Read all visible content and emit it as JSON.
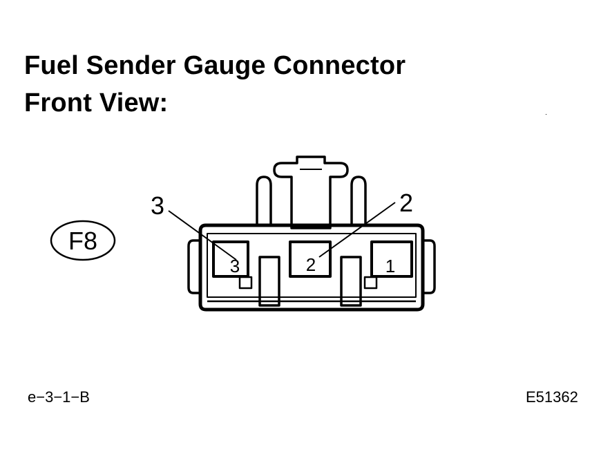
{
  "title": {
    "line1": "Fuel Sender Gauge Connector",
    "line2": "Front View:"
  },
  "connector_id": "F8",
  "callouts": {
    "left": "3",
    "right": "2"
  },
  "terminals": [
    "3",
    "2",
    "1"
  ],
  "footer": {
    "left_code": "e−3−1−B",
    "right_code": "E51362"
  }
}
